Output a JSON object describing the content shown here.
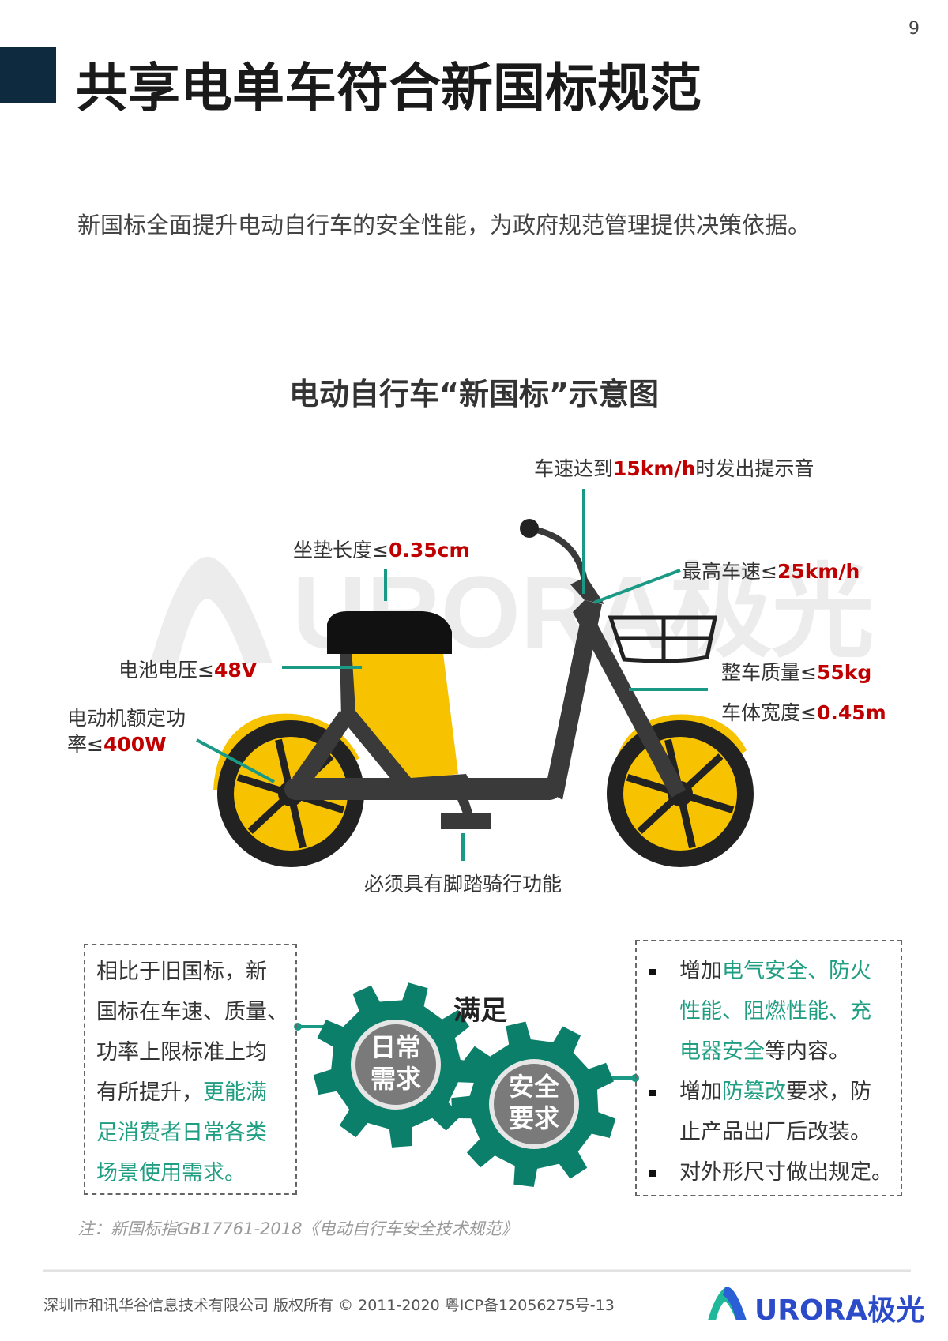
{
  "page_number": "9",
  "header": {
    "title": "共享电单车符合新国标规范",
    "block_color": "#0d2a3f"
  },
  "subtitle": "新国标全面提升电动自行车的安全性能，为政府规范管理提供决策依据。",
  "diagram": {
    "title": "电动自行车“新国标”示意图",
    "labels": {
      "speed_alert": {
        "pre": "车速达到",
        "value": "15km/h",
        "post": "时发出提示音"
      },
      "seat": {
        "pre": "坐垫长度≤",
        "value": "0.35cm"
      },
      "max_speed": {
        "pre": "最高车速≤",
        "value": "25km/h"
      },
      "battery": {
        "pre": "电池电压≤",
        "value": "48V"
      },
      "weight": {
        "pre": "整车质量≤",
        "value": "55kg"
      },
      "width": {
        "pre": "车体宽度≤",
        "value": "0.45m"
      },
      "motor": {
        "line1": "电动机额定功",
        "pre": "率≤",
        "value": "400W"
      },
      "pedal": "必须具有脚踏骑行功能"
    },
    "watermark": "URORA极光",
    "colors": {
      "leader": "#1a9a84",
      "value": "#c00000",
      "bike_yellow": "#f7c200",
      "bike_dark": "#3a3a3a"
    }
  },
  "left_box": {
    "lines": [
      {
        "a": "相比于旧国标，新"
      },
      {
        "a": "国标在车速、质量、"
      },
      {
        "a": "功率上限标准上均"
      },
      {
        "a": "有所提升，",
        "g": "更能满"
      },
      {
        "g": "足消费者日常各类"
      },
      {
        "g": "场景使用需求。"
      }
    ]
  },
  "gears": {
    "satisfy": "满足",
    "left": [
      "日常",
      "需求"
    ],
    "right": [
      "安全",
      "要求"
    ],
    "color": "#0b7f6a"
  },
  "right_box": {
    "lines": [
      {
        "bullet": true,
        "a": "增加",
        "g": "电气安全、防火"
      },
      {
        "g": "性能、阻燃性能、充"
      },
      {
        "g": "电器安全",
        "b": "等内容。"
      },
      {
        "bullet": true,
        "a": "增加",
        "g": "防篡改",
        "b": "要求，防"
      },
      {
        "a": "止产品出厂后改装。"
      },
      {
        "bullet": true,
        "a": "对外形尺寸做出规定。"
      }
    ]
  },
  "note": "注：新国标指GB17761-2018《电动自行车安全技术规范》",
  "footer": {
    "copyright": "深圳市和讯华谷信息技术有限公司 版权所有 © 2011-2020 粤ICP备12056275号-13",
    "logo": "URORA极光"
  }
}
